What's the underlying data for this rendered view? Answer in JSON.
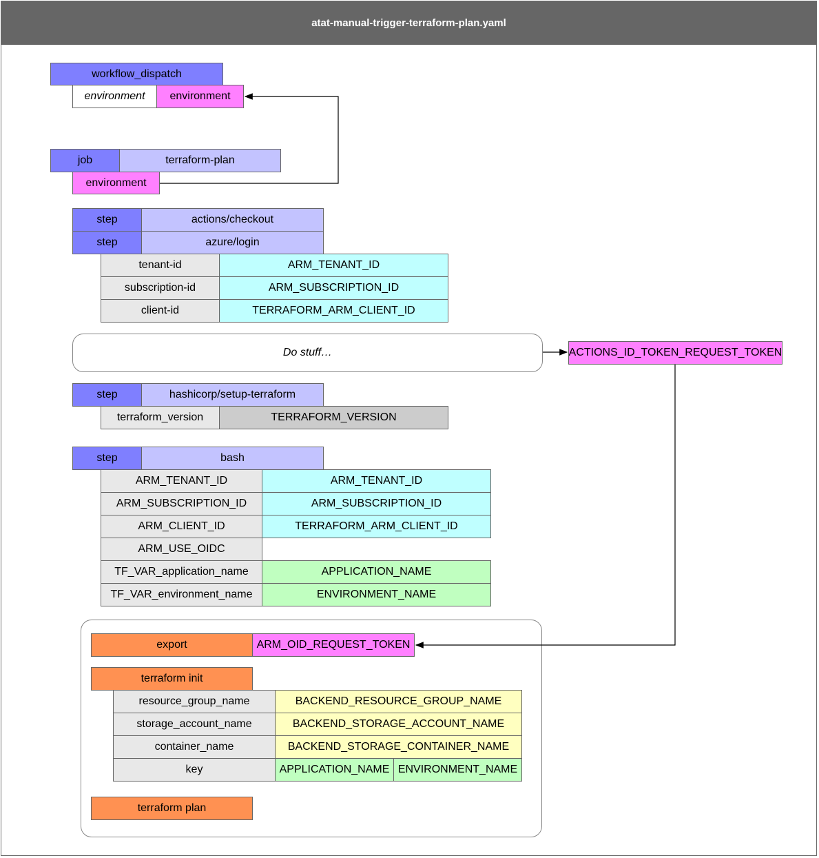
{
  "title": "atat-manual-trigger-terraform-plan.yaml",
  "workflow": {
    "trigger": "workflow_dispatch",
    "input_name": "environment",
    "input_value": "environment"
  },
  "job": {
    "kind": "job",
    "name": "terraform-plan",
    "env": "environment"
  },
  "steps": {
    "checkout": {
      "kind": "step",
      "name": "actions/checkout"
    },
    "login": {
      "kind": "step",
      "name": "azure/login",
      "params": [
        {
          "key": "tenant-id",
          "value": "ARM_TENANT_ID"
        },
        {
          "key": "subscription-id",
          "value": "ARM_SUBSCRIPTION_ID"
        },
        {
          "key": "client-id",
          "value": "TERRAFORM_ARM_CLIENT_ID"
        }
      ]
    },
    "do_stuff": "Do stuff…",
    "token": "ACTIONS_ID_TOKEN_REQUEST_TOKEN",
    "setup": {
      "kind": "step",
      "name": "hashicorp/setup-terraform",
      "params": [
        {
          "key": "terraform_version",
          "value": "TERRAFORM_VERSION"
        }
      ]
    },
    "bash": {
      "kind": "step",
      "name": "bash",
      "env": [
        {
          "key": "ARM_TENANT_ID",
          "value": "ARM_TENANT_ID"
        },
        {
          "key": "ARM_SUBSCRIPTION_ID",
          "value": "ARM_SUBSCRIPTION_ID"
        },
        {
          "key": "ARM_CLIENT_ID",
          "value": "TERRAFORM_ARM_CLIENT_ID"
        },
        {
          "key": "ARM_USE_OIDC",
          "value": ""
        },
        {
          "key": "TF_VAR_application_name",
          "value": "APPLICATION_NAME"
        },
        {
          "key": "TF_VAR_environment_name",
          "value": "ENVIRONMENT_NAME"
        }
      ]
    }
  },
  "script": {
    "export_label": "export",
    "export_value": "ARM_OID_REQUEST_TOKEN",
    "init_label": "terraform init",
    "init_params": [
      {
        "key": "resource_group_name",
        "value": "BACKEND_RESOURCE_GROUP_NAME"
      },
      {
        "key": "storage_account_name",
        "value": "BACKEND_STORAGE_ACCOUNT_NAME"
      },
      {
        "key": "container_name",
        "value": "BACKEND_STORAGE_CONTAINER_NAME"
      },
      {
        "key": "key",
        "value_a": "APPLICATION_NAME",
        "value_b": "ENVIRONMENT_NAME"
      }
    ],
    "plan_label": "terraform plan"
  },
  "colors": {
    "title_bar": "#666666",
    "trigger": "#7f7fff",
    "action": "#c3c3ff",
    "input": "#ff80ff",
    "secret": "#bfffff",
    "param": "#e8e8e8",
    "var": "#cccccc",
    "name_var": "#c0ffc0",
    "backend": "#ffffc0",
    "command": "#ff9152"
  }
}
